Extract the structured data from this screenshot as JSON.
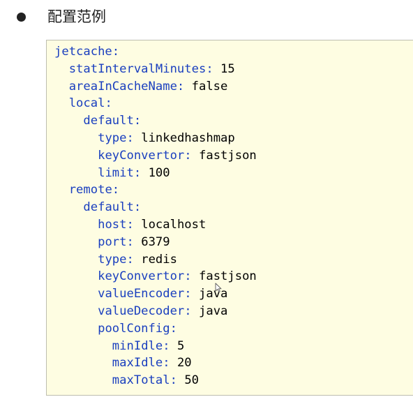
{
  "heading": {
    "text": "配置范例",
    "bullet_icon": "filled-circle-bullet"
  },
  "code": {
    "language": "yaml",
    "key_color": "#1a3fbf",
    "value_color": "#000000",
    "background_color": "#fefde2",
    "lines": [
      {
        "indent": 0,
        "key": "jetcache",
        "value": ""
      },
      {
        "indent": 1,
        "key": "statIntervalMinutes",
        "value": "15"
      },
      {
        "indent": 1,
        "key": "areaInCacheName",
        "value": "false"
      },
      {
        "indent": 1,
        "key": "local",
        "value": ""
      },
      {
        "indent": 2,
        "key": "default",
        "value": ""
      },
      {
        "indent": 3,
        "key": "type",
        "value": "linkedhashmap"
      },
      {
        "indent": 3,
        "key": "keyConvertor",
        "value": "fastjson"
      },
      {
        "indent": 3,
        "key": "limit",
        "value": "100"
      },
      {
        "indent": 1,
        "key": "remote",
        "value": ""
      },
      {
        "indent": 2,
        "key": "default",
        "value": ""
      },
      {
        "indent": 3,
        "key": "host",
        "value": "localhost"
      },
      {
        "indent": 3,
        "key": "port",
        "value": "6379"
      },
      {
        "indent": 3,
        "key": "type",
        "value": "redis"
      },
      {
        "indent": 3,
        "key": "keyConvertor",
        "value": "fastjson"
      },
      {
        "indent": 3,
        "key": "valueEncoder",
        "value": "java"
      },
      {
        "indent": 3,
        "key": "valueDecoder",
        "value": "java"
      },
      {
        "indent": 3,
        "key": "poolConfig",
        "value": ""
      },
      {
        "indent": 4,
        "key": "minIdle",
        "value": "5"
      },
      {
        "indent": 4,
        "key": "maxIdle",
        "value": "20"
      },
      {
        "indent": 4,
        "key": "maxTotal",
        "value": "50"
      }
    ]
  },
  "mouse_cursor_icon": "arrow-pointer-icon"
}
